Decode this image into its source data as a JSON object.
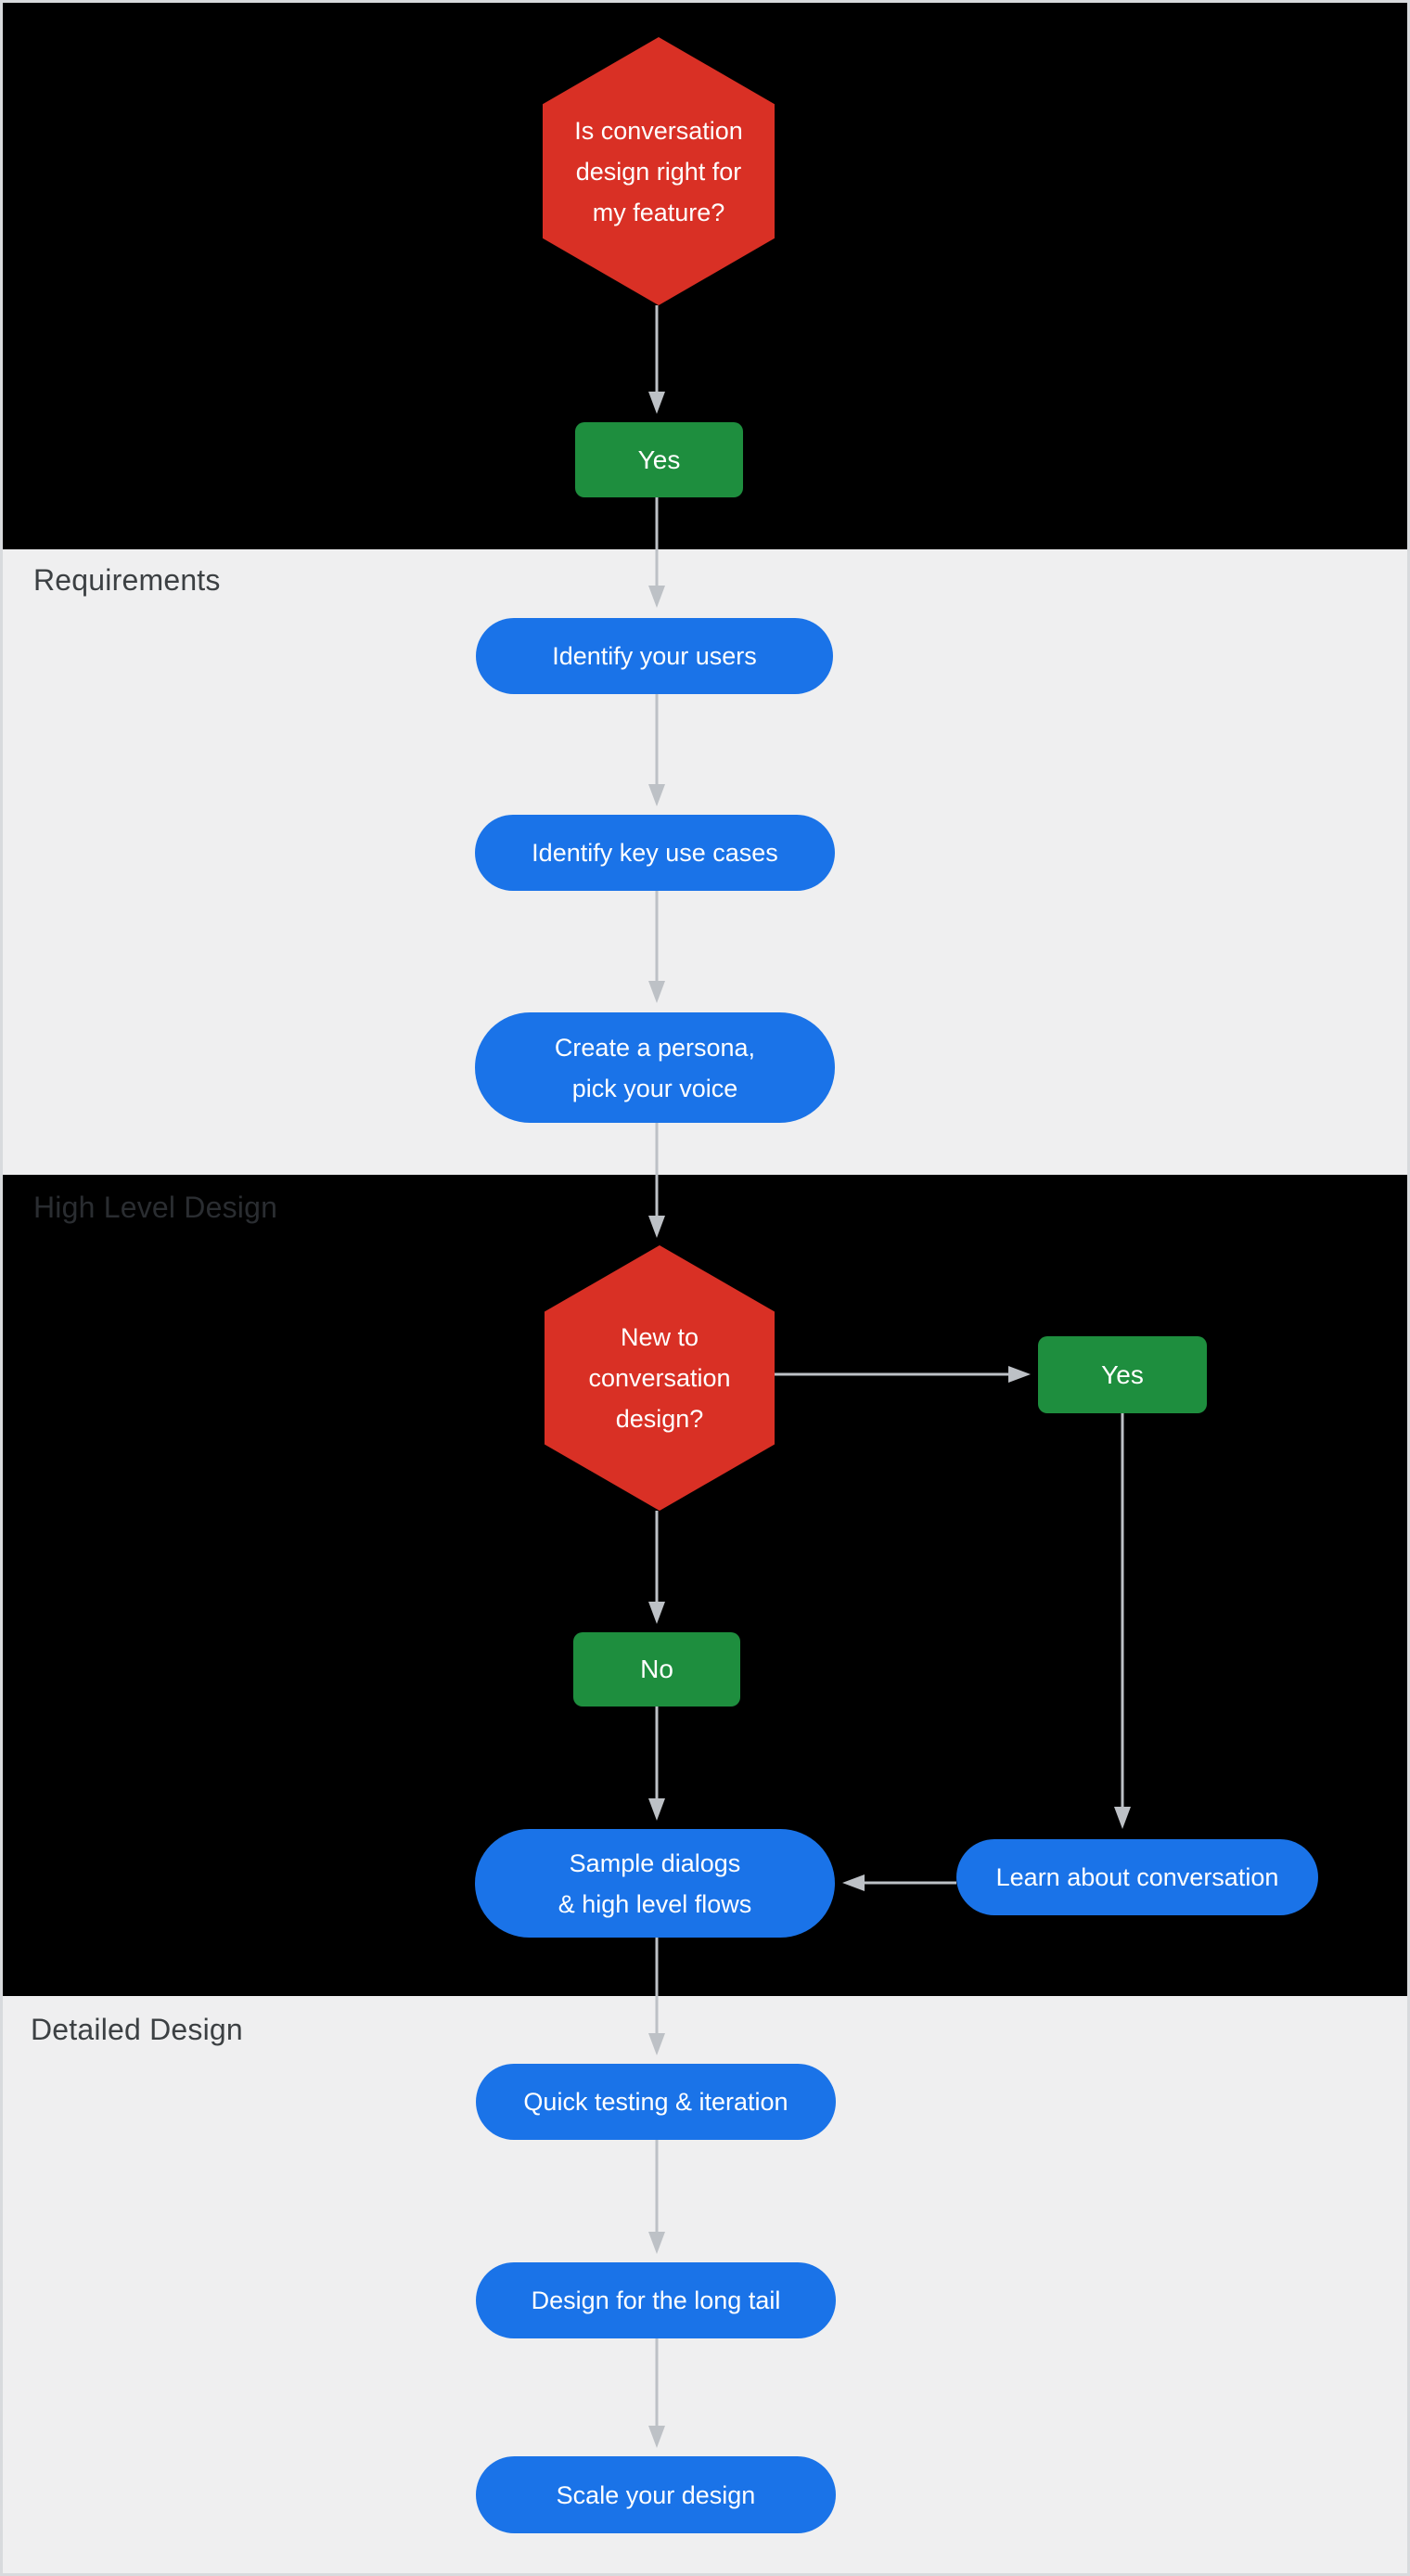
{
  "colors": {
    "bg_dark": "#000000",
    "bg_light": "#efeff0",
    "node_red": "#d93025",
    "node_green": "#1e8e3e",
    "node_blue": "#1a73e8",
    "node_text": "#ffffff",
    "arrow_gray": "#bdc1c6",
    "label_on_light": "#3c4043",
    "label_on_dark": "#2a2d31",
    "frame_border": "#d8dadd"
  },
  "sections": {
    "requirements": {
      "label": "Requirements"
    },
    "high_level_design": {
      "label": "High Level Design"
    },
    "detailed_design": {
      "label": "Detailed Design"
    }
  },
  "nodes": {
    "is_cd_right": {
      "label": "Is conversation\ndesign right for\nmy feature?"
    },
    "yes_start": {
      "label": "Yes"
    },
    "identify_users": {
      "label": "Identify your users"
    },
    "identify_use_cases": {
      "label": "Identify key use cases"
    },
    "create_persona": {
      "label": "Create a persona,\npick your voice"
    },
    "new_to_cd": {
      "label": "New to\nconversation\ndesign?"
    },
    "yes_new": {
      "label": "Yes"
    },
    "no_new": {
      "label": "No"
    },
    "sample_dialogs": {
      "label": "Sample dialogs\n& high level flows"
    },
    "learn_conversation": {
      "label": "Learn about conversation"
    },
    "quick_testing": {
      "label": "Quick testing & iteration"
    },
    "long_tail": {
      "label": "Design for the long tail"
    },
    "scale_design": {
      "label": "Scale your design"
    }
  }
}
